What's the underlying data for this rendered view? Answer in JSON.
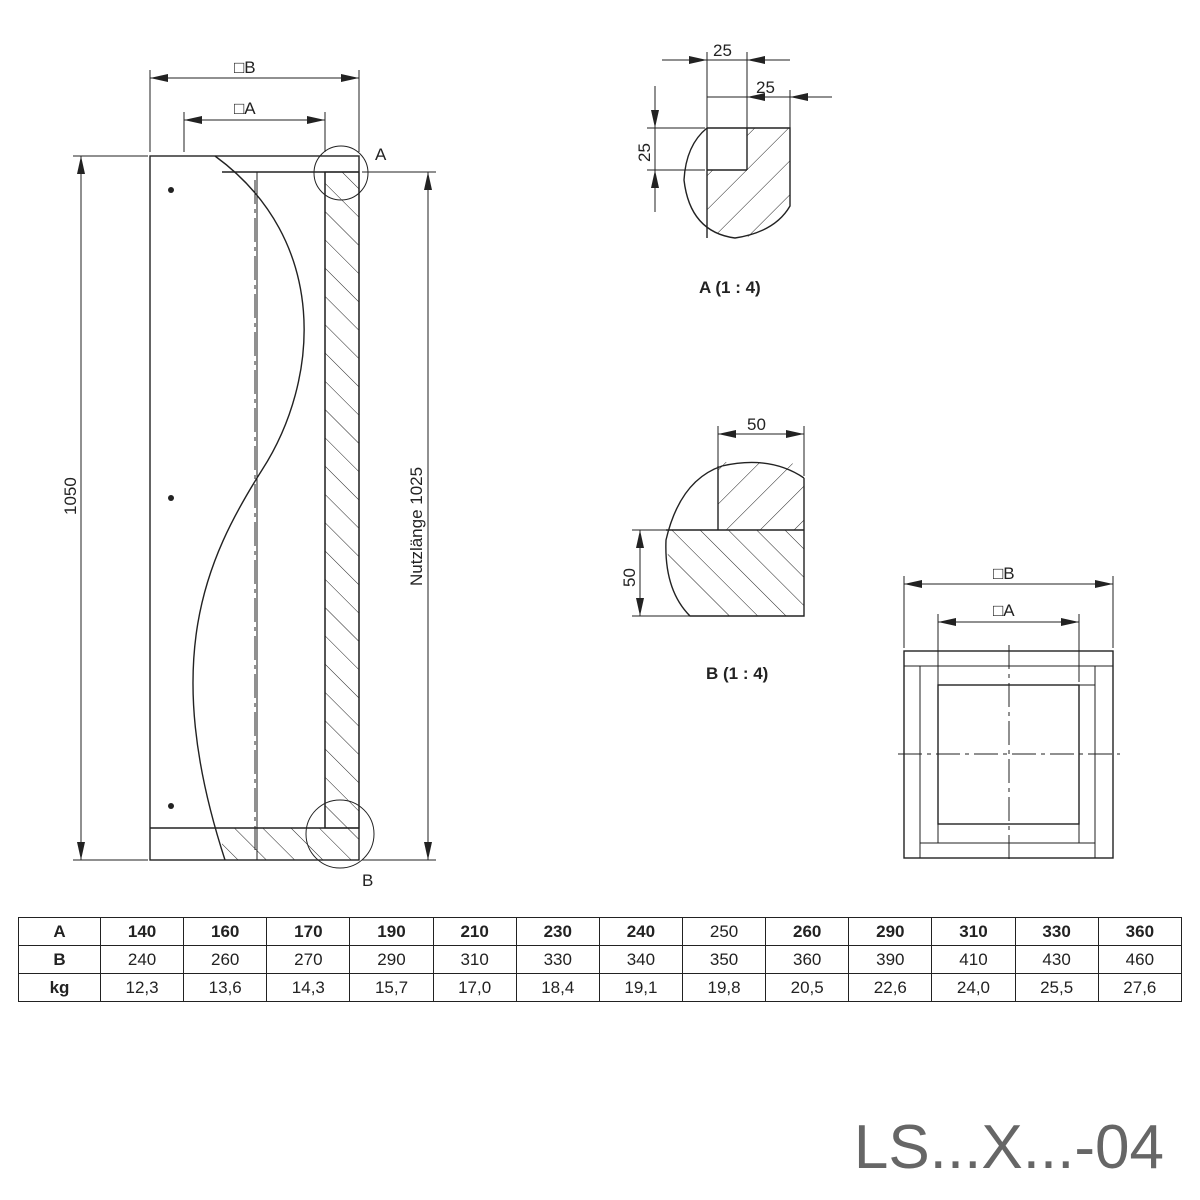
{
  "drawing": {
    "main_view": {
      "dim_outer": "□B",
      "dim_inner": "□A",
      "height": "1050",
      "usable_length": "Nutzlänge 1025",
      "detail_a_marker": "A",
      "detail_b_marker": "B"
    },
    "detail_a": {
      "dim_top": "25",
      "dim_right": "25",
      "dim_side": "25",
      "caption": "A (1 : 4)"
    },
    "detail_b": {
      "dim_top": "50",
      "dim_side": "50",
      "caption": "B (1 : 4)"
    },
    "cross_section": {
      "dim_outer": "□B",
      "dim_inner": "□A"
    }
  },
  "table": {
    "rows": [
      {
        "label": "A",
        "values": [
          "140",
          "160",
          "170",
          "190",
          "210",
          "230",
          "240",
          "250",
          "260",
          "290",
          "310",
          "330",
          "360"
        ]
      },
      {
        "label": "B",
        "values": [
          "240",
          "260",
          "270",
          "290",
          "310",
          "330",
          "340",
          "350",
          "360",
          "390",
          "410",
          "430",
          "460"
        ]
      },
      {
        "label": "kg",
        "values": [
          "12,3",
          "13,6",
          "14,3",
          "15,7",
          "17,0",
          "18,4",
          "19,1",
          "19,8",
          "20,5",
          "22,6",
          "24,0",
          "25,5",
          "27,6"
        ]
      }
    ]
  },
  "product_code": "LS...X...-04"
}
